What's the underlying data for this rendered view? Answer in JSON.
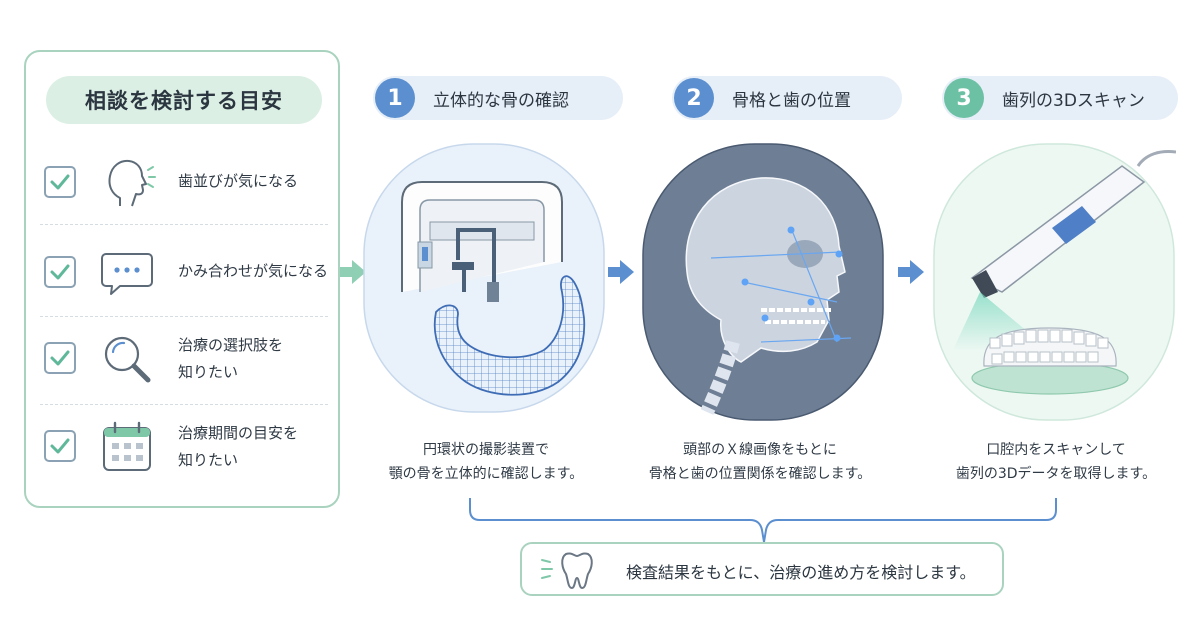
{
  "checklist": {
    "title": "相談を検討する目安",
    "items": [
      {
        "label": "歯並びが気になる",
        "icon": "face-profile-icon"
      },
      {
        "label": "かみ合わせが気になる",
        "icon": "speech-bubble-icon"
      },
      {
        "label": "治療の選択肢を\n知りたい",
        "icon": "magnifier-icon"
      },
      {
        "label": "治療期間の目安を\n知りたい",
        "icon": "calendar-icon"
      }
    ]
  },
  "steps": [
    {
      "number": "1",
      "title": "立体的な骨の確認",
      "caption": "円環状の撮影装置で\n顎の骨を立体的に確認します。",
      "color": "#5b8fcf"
    },
    {
      "number": "2",
      "title": "骨格と歯の位置",
      "caption": "頭部のＸ線画像をもとに\n骨格と歯の位置関係を確認します。",
      "color": "#5b8fcf"
    },
    {
      "number": "3",
      "title": "歯列の3Dスキャン",
      "caption": "口腔内をスキャンして\n歯列の3Dデータを取得します。",
      "color": "#6cc0a4"
    }
  ],
  "summary": {
    "text": "検査結果をもとに、治療の進め方を検討します。",
    "icon": "tooth-icon"
  },
  "colors": {
    "accent_blue": "#5b8fcf",
    "accent_green": "#6cc0a4",
    "panel_border": "#a9d3bf"
  }
}
